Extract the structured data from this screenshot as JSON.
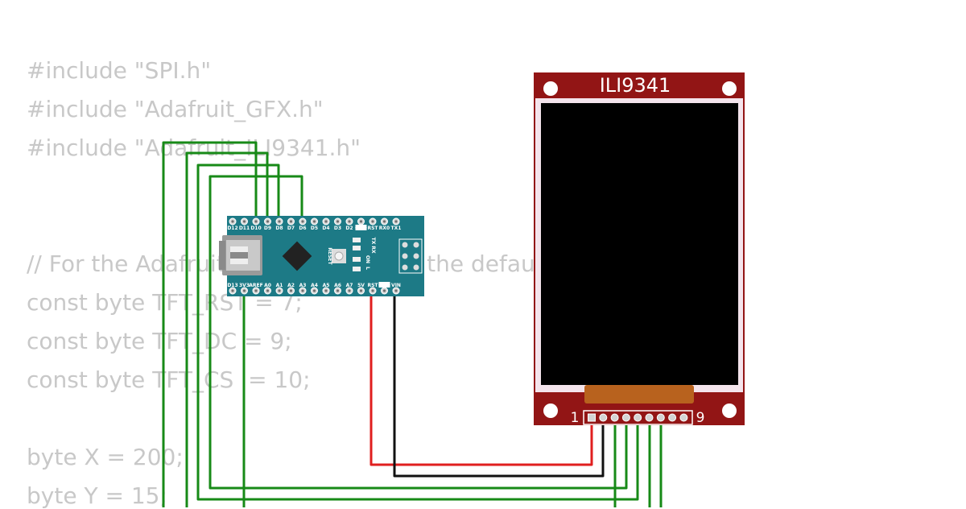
{
  "code": {
    "lines": [
      "#include \"SPI.h\"",
      "#include \"Adafruit_GFX.h\"",
      "#include \"Adafruit_ILI9341.h\"",
      "// For the Adafruit shield, these are the default.",
      "const byte TFT_RST = 7;",
      "const byte TFT_DC = 9;",
      "const byte TFT_CS  = 10;",
      "byte X = 200;",
      "byte Y = 15;"
    ]
  },
  "nano": {
    "top_pins": [
      "D12",
      "D11",
      "D10",
      "D9",
      "D8",
      "D7",
      "D6",
      "D5",
      "D4",
      "D3",
      "D2",
      "GND",
      "RST",
      "RX0",
      "TX1"
    ],
    "bottom_pins": [
      "D13",
      "3V3",
      "AREF",
      "A0",
      "A1",
      "A2",
      "A3",
      "A4",
      "A5",
      "A6",
      "A7",
      "5V",
      "RST",
      "GND",
      "VIN"
    ],
    "reset_label": "RESET",
    "led_labels": [
      "TX",
      "RX",
      "ON",
      "L"
    ],
    "board_color": "#1d7a86"
  },
  "display": {
    "title": "ILI9341",
    "pin_start": "1",
    "pin_end": "9",
    "board_color": "#921515",
    "screen_color": "#000000"
  },
  "wire_colors": {
    "signal": "#178a17",
    "power": "#e01f1f",
    "ground": "#111111"
  }
}
